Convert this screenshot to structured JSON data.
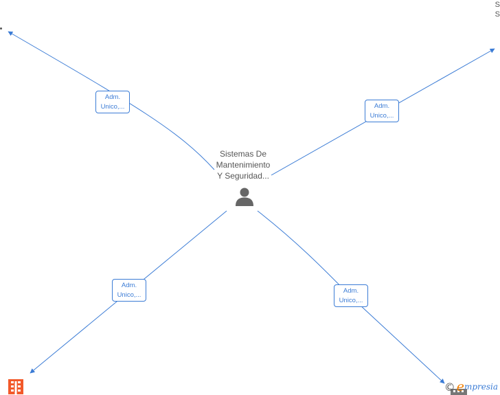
{
  "center_node": {
    "label_lines": [
      "Sistemas De",
      "Mantenimiento",
      "Y Seguridad..."
    ],
    "icon": "person-icon"
  },
  "edges": [
    {
      "id": "top-left",
      "label_lines": [
        "Adm.",
        "Unico,..."
      ]
    },
    {
      "id": "top-right",
      "label_lines": [
        "Adm.",
        "Unico,..."
      ]
    },
    {
      "id": "bottom-left",
      "label_lines": [
        "Adm.",
        "Unico,..."
      ]
    },
    {
      "id": "bottom-right",
      "label_lines": [
        "Adm.",
        "Unico,..."
      ]
    }
  ],
  "corner_text": {
    "line1": "S",
    "line2": "S"
  },
  "icons": {
    "bottom_left": "building-icon",
    "footer": "copyright-icon"
  },
  "footer": {
    "copyright": "©",
    "brand_initial": "e",
    "brand_rest": "mpresia"
  },
  "colors": {
    "edge": "#3a7bd5",
    "node_text": "#555555",
    "person_icon": "#666666",
    "building_icon": "#f2592a",
    "brand_orange": "#f07d00"
  }
}
